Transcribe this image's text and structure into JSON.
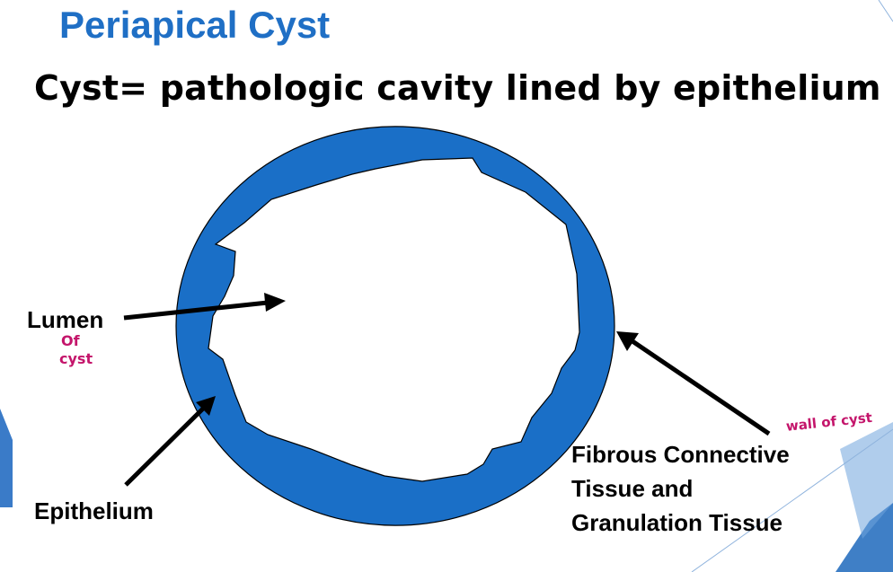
{
  "slide": {
    "title": "Periapical Cyst",
    "subtitle": "Cyst= pathologic cavity lined by epithelium"
  },
  "labels": {
    "lumen": "Lumen",
    "epithelium": "Epithelium",
    "wall_line1": "Fibrous Connective",
    "wall_line2": "Tissue and",
    "wall_line3": "Granulation Tissue"
  },
  "annotations": {
    "lumen_note_line1": "Of",
    "lumen_note_line2": "cyst",
    "wall_note": "wall of cyst"
  },
  "colors": {
    "title": "#1f6fc5",
    "cyst_wall": "#1a6fc7",
    "handwriting": "#c4156b",
    "decor_blue": "#2e75c0"
  }
}
